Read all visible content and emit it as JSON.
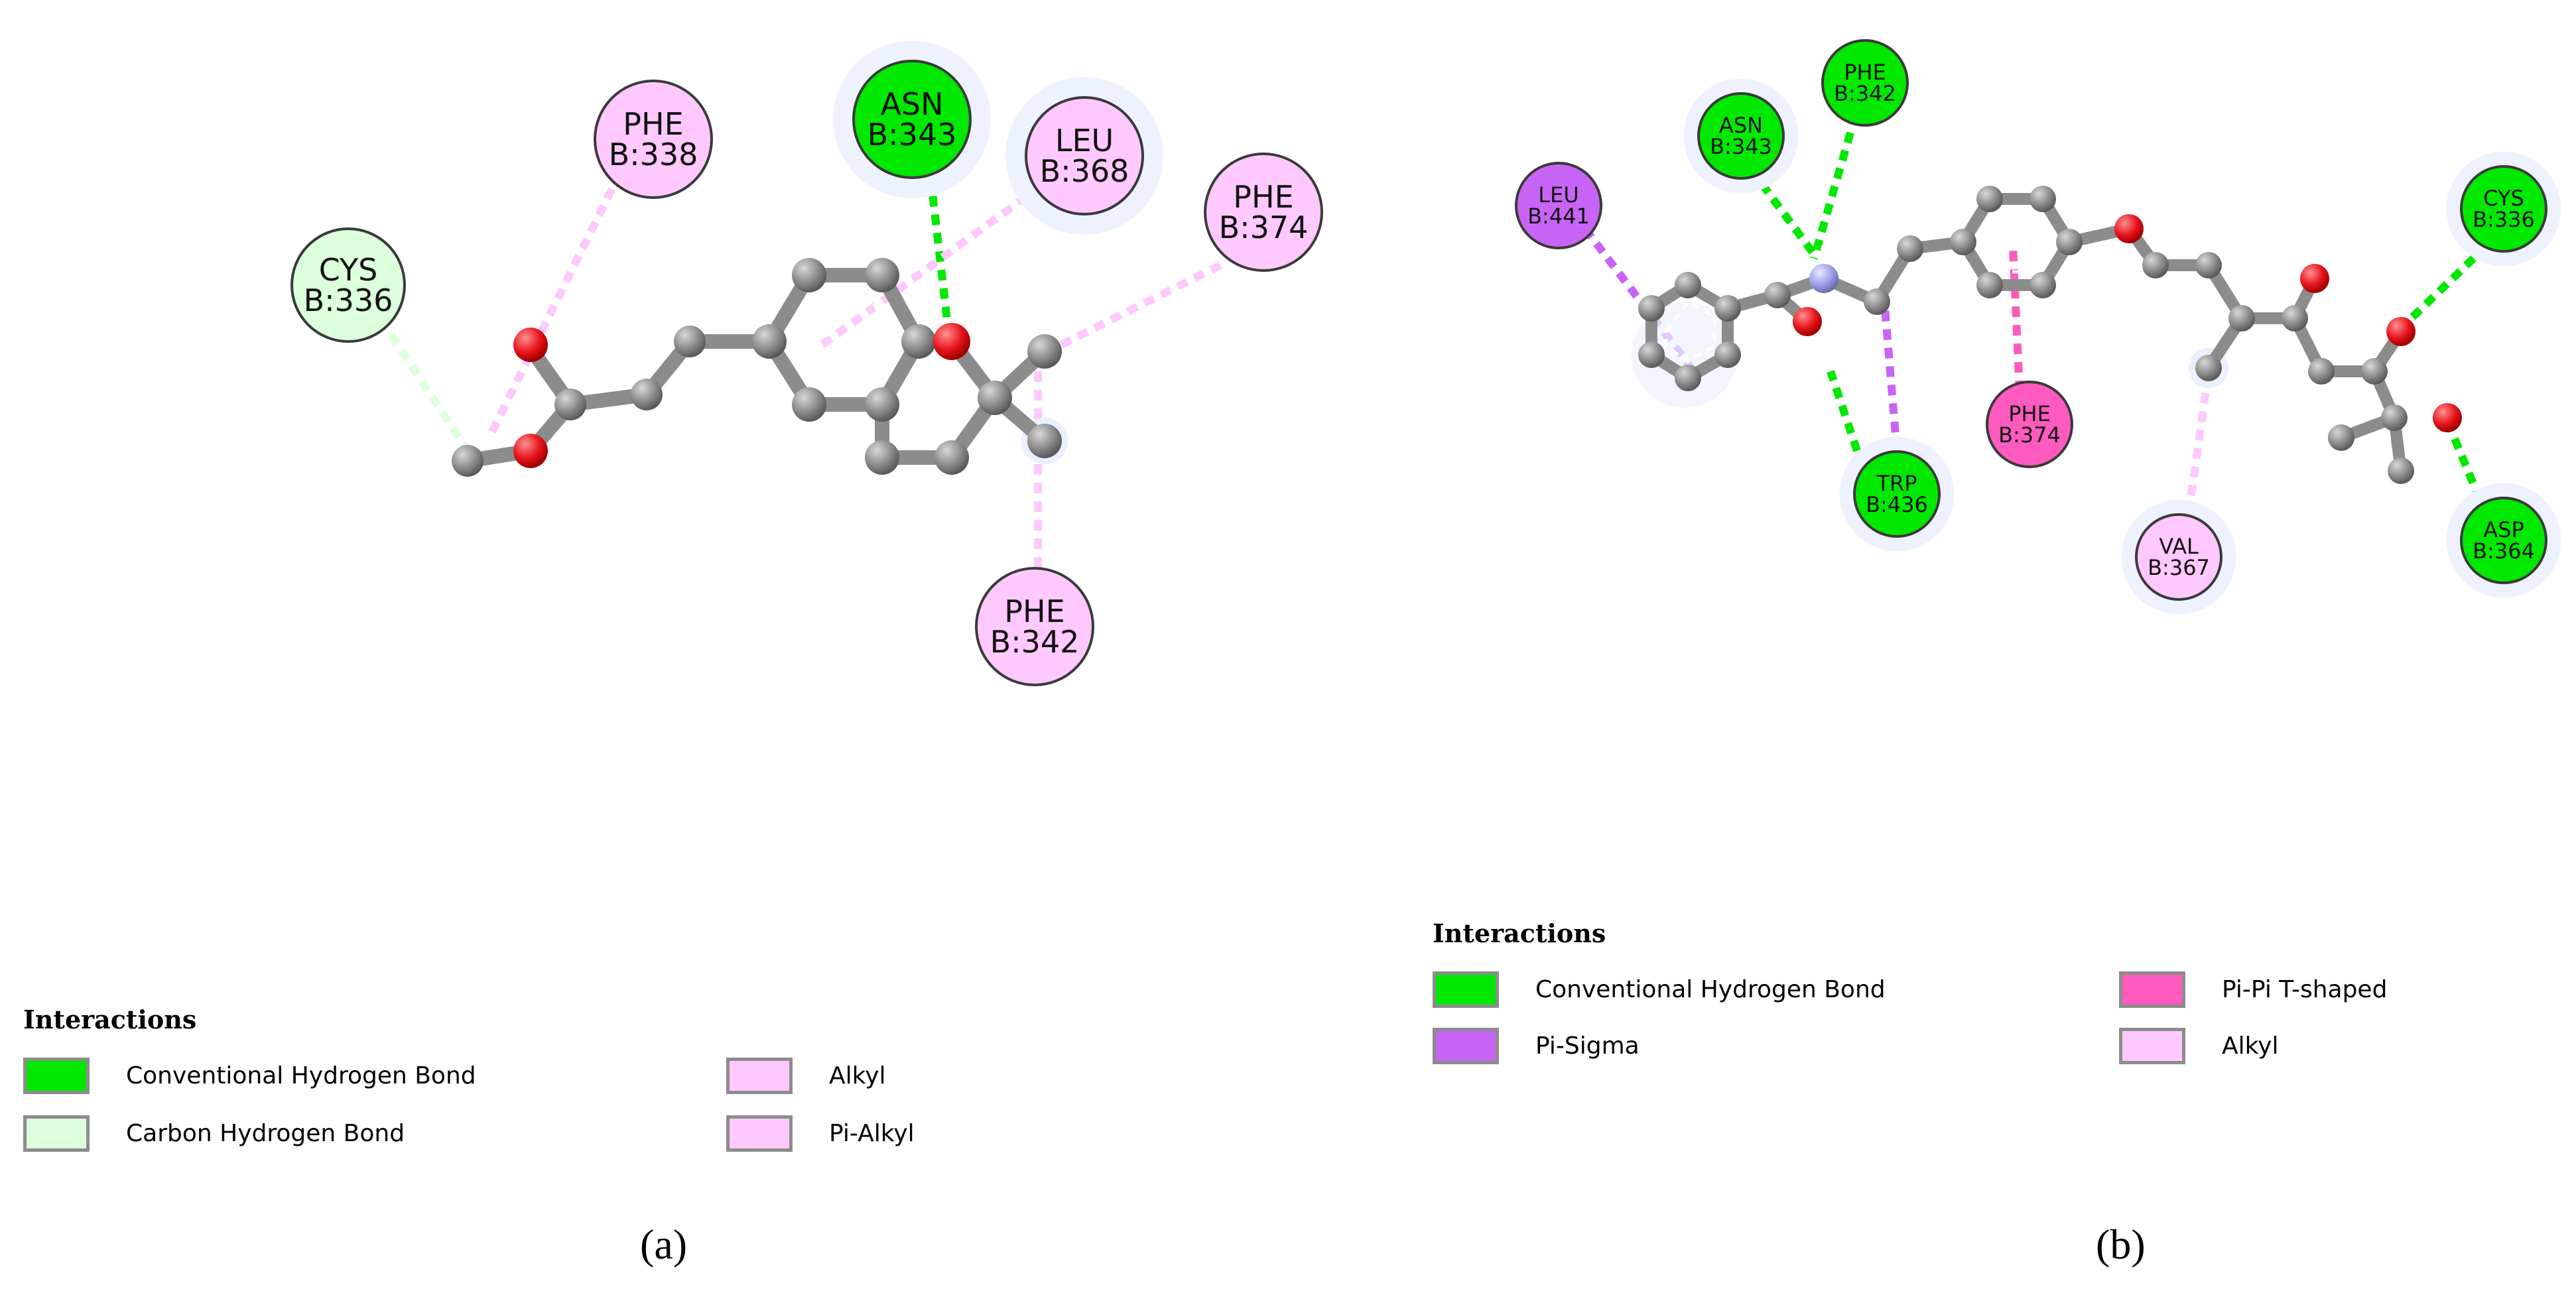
{
  "panel_a": {
    "caption": "(a)",
    "residues": [
      {
        "id": "cys336",
        "name": "CYS",
        "chain_pos": "B:336",
        "type": "carbon_h"
      },
      {
        "id": "phe338",
        "name": "PHE",
        "chain_pos": "B:338",
        "type": "alkyl"
      },
      {
        "id": "asn343",
        "name": "ASN",
        "chain_pos": "B:343",
        "type": "conventional_h"
      },
      {
        "id": "leu368",
        "name": "LEU",
        "chain_pos": "B:368",
        "type": "alkyl"
      },
      {
        "id": "phe374",
        "name": "PHE",
        "chain_pos": "B:374",
        "type": "alkyl"
      },
      {
        "id": "phe342",
        "name": "PHE",
        "chain_pos": "B:342",
        "type": "alkyl"
      }
    ],
    "legend": {
      "title": "Interactions",
      "items": [
        {
          "label": "Conventional Hydrogen Bond",
          "color": "#00e800"
        },
        {
          "label": "Alkyl",
          "color": "#ffc8ff"
        },
        {
          "label": "Carbon Hydrogen Bond",
          "color": "#dcffdc"
        },
        {
          "label": "Pi-Alkyl",
          "color": "#ffc8ff"
        }
      ]
    }
  },
  "panel_b": {
    "caption": "(b)",
    "residues": [
      {
        "id": "leu441",
        "name": "LEU",
        "chain_pos": "B:441",
        "type": "pi_sigma"
      },
      {
        "id": "asn343",
        "name": "ASN",
        "chain_pos": "B:343",
        "type": "conventional_h"
      },
      {
        "id": "phe342",
        "name": "PHE",
        "chain_pos": "B:342",
        "type": "conventional_h"
      },
      {
        "id": "trp436",
        "name": "TRP",
        "chain_pos": "B:436",
        "type": "conventional_h"
      },
      {
        "id": "phe374",
        "name": "PHE",
        "chain_pos": "B:374",
        "type": "pi_pi_t"
      },
      {
        "id": "val367",
        "name": "VAL",
        "chain_pos": "B:367",
        "type": "alkyl"
      },
      {
        "id": "cys336",
        "name": "CYS",
        "chain_pos": "B:336",
        "type": "conventional_h"
      },
      {
        "id": "asp364",
        "name": "ASP",
        "chain_pos": "B:364",
        "type": "conventional_h"
      }
    ],
    "legend": {
      "title": "Interactions",
      "items": [
        {
          "label": "Conventional Hydrogen Bond",
          "color": "#00e800"
        },
        {
          "label": "Pi-Pi T-shaped",
          "color": "#ff5abe"
        },
        {
          "label": "Pi-Sigma",
          "color": "#c864f5"
        },
        {
          "label": "Alkyl",
          "color": "#ffc8ff"
        }
      ]
    }
  },
  "colors": {
    "conventional_h": "#00e800",
    "carbon_h": "#dcffdc",
    "alkyl": "#ffc8ff",
    "pi_sigma": "#c864f5",
    "pi_pi_t": "#ff5abe",
    "atom_carbon": "#8c8c8c",
    "atom_oxygen": "#e8141e",
    "atom_nitrogen": "#a0a0e6"
  }
}
